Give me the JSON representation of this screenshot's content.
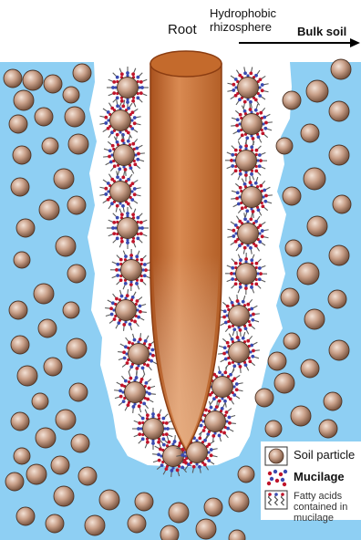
{
  "labels": {
    "root": "Root",
    "hydrophobic_line1": "Hydrophobic",
    "hydrophobic_line2": "rhizosphere",
    "bulk_soil": "Bulk soil"
  },
  "legend": {
    "soil_particle": "Soil particle",
    "mucilage": "Mucilage",
    "fatty_line1": "Fatty acids",
    "fatty_line2": "contained in",
    "fatty_line3": "mucilage"
  },
  "colors": {
    "water": "#8ecff3",
    "rhizosphere": "#ffffff",
    "root": "#c46a2c",
    "particle": "#c19278",
    "mucilage_red": "#c0142a",
    "mucilage_blue": "#3a4ab0",
    "fatty": "#555555"
  },
  "icons": [
    "arrow-right-icon",
    "soil-particle-icon",
    "mucilage-icon",
    "fatty-acid-icon"
  ]
}
